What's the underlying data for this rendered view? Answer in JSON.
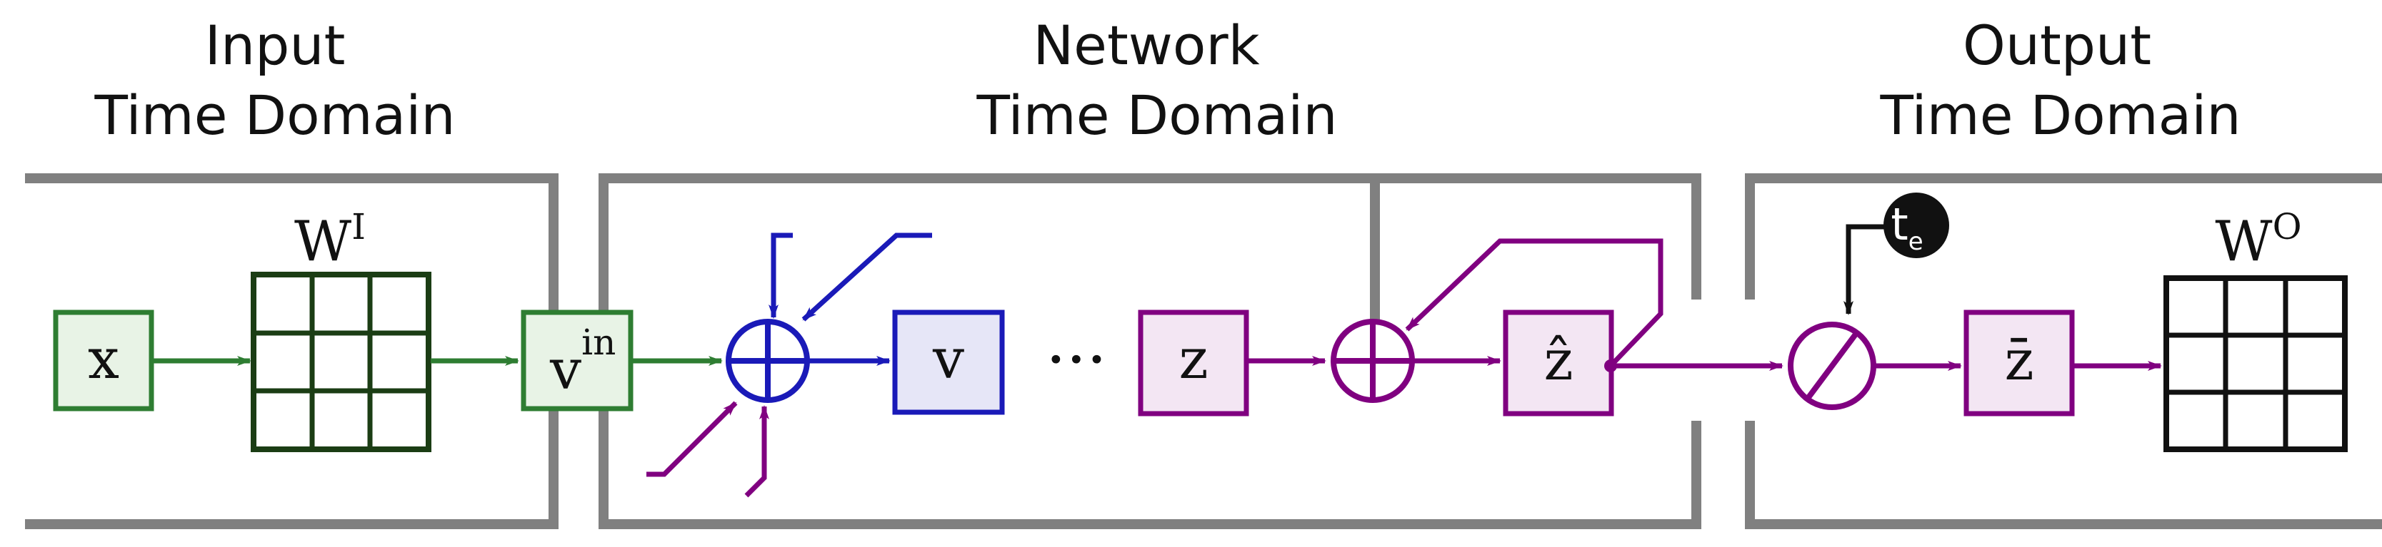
{
  "titles": {
    "input_line1": "Input",
    "input_line2": "Time Domain",
    "network_line1": "Network",
    "network_line2": "Time Domain",
    "output_line1": "Output",
    "output_line2": "Time Domain"
  },
  "nodes": {
    "x": "x",
    "w_input_base": "W",
    "w_input_sup": "I",
    "v_in_base": "v",
    "v_in_sup": "in",
    "v": "v",
    "ellipsis": "···",
    "z": "z",
    "z_hat": "ẑ",
    "t_e_base": "t",
    "t_e_sub": "e",
    "z_bar": "z̄",
    "w_output_base": "W",
    "w_output_sup": "O"
  },
  "colors": {
    "green": "#2e7d32",
    "green_fill": "#e8f3e6",
    "dark_green": "#1b3d14",
    "blue": "#1a1ab8",
    "blue_fill": "#e6e6f7",
    "purple": "#800080",
    "purple_fill": "#f3e6f3",
    "gray": "#808080",
    "black": "#111111"
  }
}
